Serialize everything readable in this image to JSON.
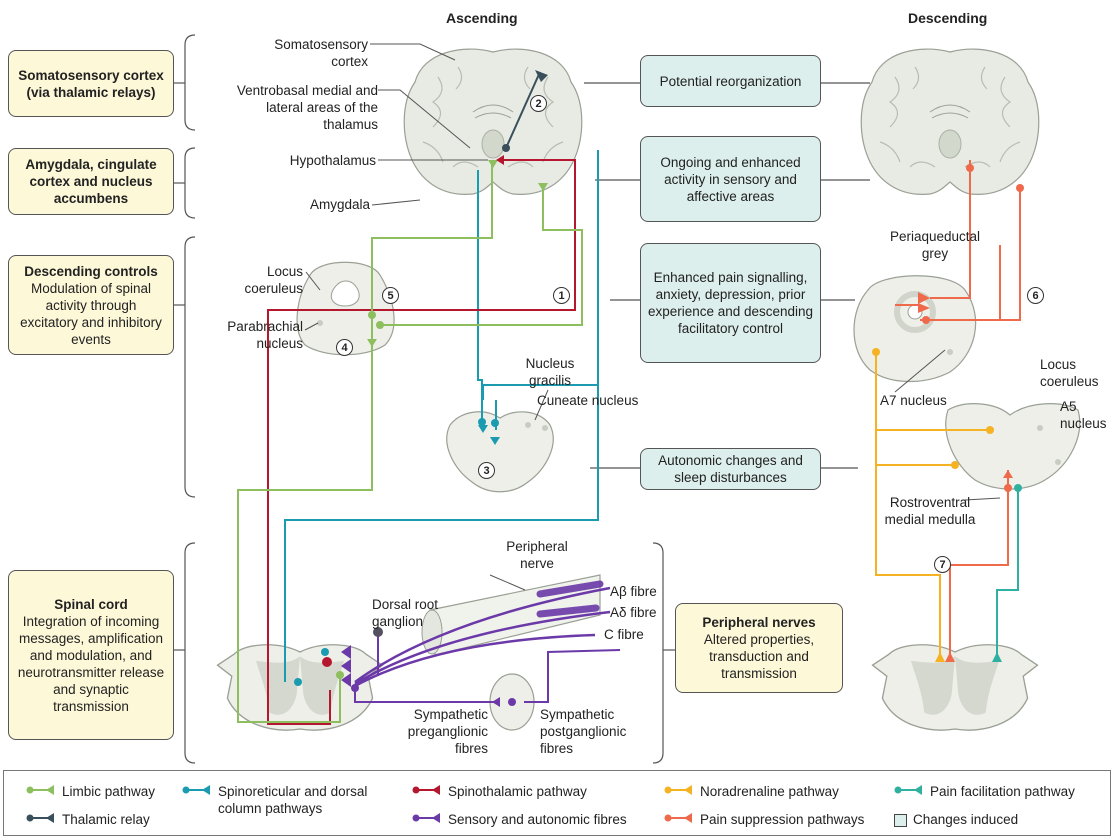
{
  "headers": {
    "ascending": "Ascending",
    "descending": "Descending"
  },
  "left_boxes": {
    "somatosensory": {
      "title": "Somatosensory cortex (via thalamic relays)"
    },
    "amygdala": {
      "title": "Amygdala, cingulate cortex and nucleus accumbens"
    },
    "descending_controls": {
      "title": "Descending controls",
      "text": "Modulation of spinal activity through excitatory and inhibitory events"
    },
    "spinal_cord": {
      "title": "Spinal cord",
      "text": "Integration of incoming messages, amplification and modulation, and neurotransmitter release and synaptic transmission"
    }
  },
  "changes": [
    "Potential reorganization",
    "Ongoing and enhanced activity in sensory and affective areas",
    "Enhanced pain signalling, anxiety, depression, prior experience and descending facilitatory control",
    "Autonomic changes and sleep disturbances"
  ],
  "peripheral_box": {
    "title": "Peripheral nerves",
    "text": "Altered properties, transduction and transmission"
  },
  "labels": {
    "somatosensory_cortex": "Somatosensory cortex",
    "ventrobasal": "Ventrobasal medial and lateral areas of the thalamus",
    "hypothalamus": "Hypothalamus",
    "amygdala": "Amygdala",
    "locus_coeruleus_left": "Locus coeruleus",
    "parabrachial": "Parabrachial nucleus",
    "nucleus_gracilis": "Nucleus gracilis",
    "cuneate": "Cuneate nucleus",
    "dorsal_root_ganglion": "Dorsal root ganglion",
    "peripheral_nerve": "Peripheral nerve",
    "abeta": "Aβ fibre",
    "adelta": "Aδ fibre",
    "cfibre": "C fibre",
    "sympathetic_pre": "Sympathetic preganglionic fibres",
    "sympathetic_post": "Sympathetic postganglionic fibres",
    "pag": "Periaqueductal grey",
    "locus_coeruleus_right": "Locus coeruleus",
    "a7": "A7 nucleus",
    "a5": "A5 nucleus",
    "rvm": "Rostroventral medial medulla"
  },
  "numbers": [
    "1",
    "2",
    "3",
    "4",
    "5",
    "6",
    "7"
  ],
  "legend": [
    {
      "label": "Limbic pathway",
      "color": "#8dbf5e"
    },
    {
      "label": "Thalamic relay",
      "color": "#3a4f5c"
    },
    {
      "label": "Spinoreticular and dorsal column pathways",
      "color": "#1a9bb0"
    },
    {
      "label": "Spinothalamic pathway",
      "color": "#b5172e"
    },
    {
      "label": "Sensory and autonomic fibres",
      "color": "#6b3aa8"
    },
    {
      "label": "Noradrenaline pathway",
      "color": "#f5b324"
    },
    {
      "label": "Pain suppression pathways",
      "color": "#ee6a4a"
    },
    {
      "label": "Pain facilitation pathway",
      "color": "#2fb0a0"
    },
    {
      "label": "Changes induced",
      "color": "#dcefec"
    }
  ]
}
